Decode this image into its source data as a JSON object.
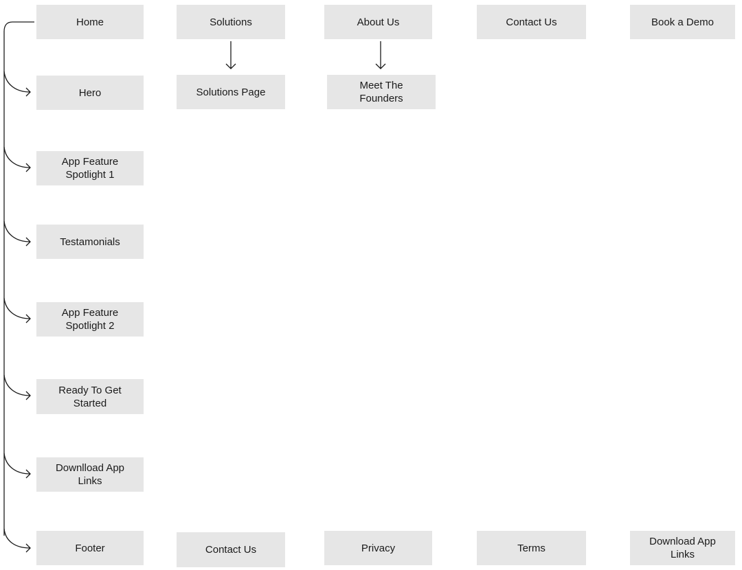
{
  "top_nav": {
    "home": "Home",
    "solutions": "Solutions",
    "about_us": "About Us",
    "contact_us": "Contact Us",
    "book_demo": "Book a Demo"
  },
  "sub_pages": {
    "solutions_page": "Solutions Page",
    "meet_founders": "Meet The\nFounders"
  },
  "home_sections": {
    "hero": "Hero",
    "feature_1": "App Feature\nSpotlight 1",
    "testimonials": "Testamonials",
    "feature_2": "App Feature\nSpotlight 2",
    "ready": "Ready To  Get\nStarted",
    "download": "Downlload App\nLinks",
    "footer": "Footer"
  },
  "footer_links": {
    "contact_us": "Contact Us",
    "privacy": "Privacy",
    "terms": "Terms",
    "download": "Download App\nLinks"
  },
  "colors": {
    "box_fill": "#e6e6e6",
    "line": "#1a1a1a"
  }
}
